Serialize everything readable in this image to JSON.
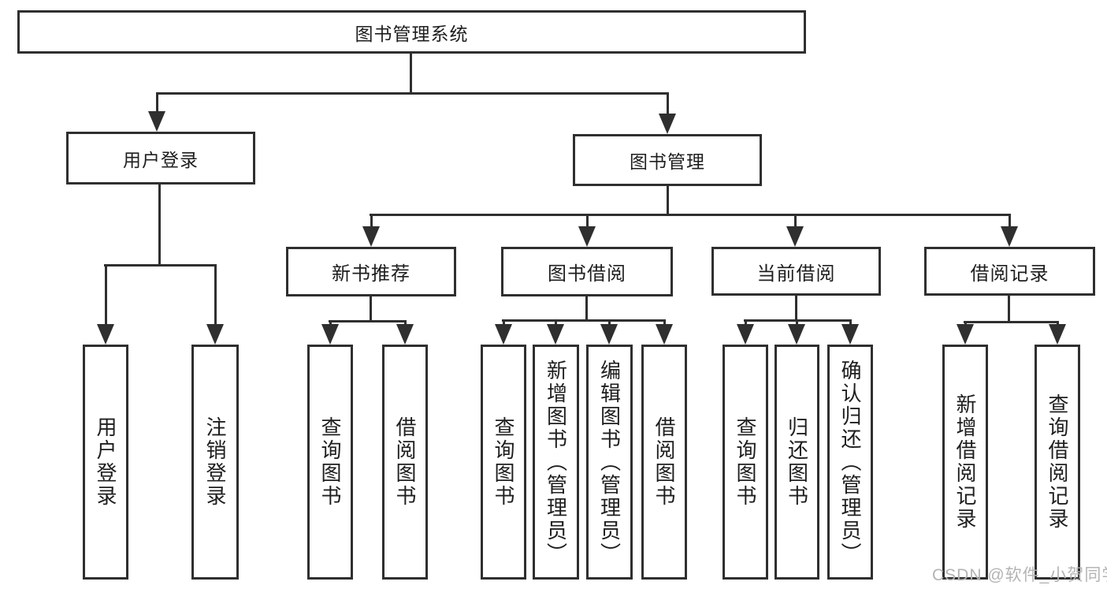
{
  "root": {
    "label": "图书管理系统"
  },
  "branches": [
    {
      "label": "用户登录",
      "leaves": [
        {
          "label": "用户登录"
        },
        {
          "label": "注销登录"
        }
      ]
    },
    {
      "label": "图书管理",
      "sections": [
        {
          "label": "新书推荐",
          "leaves": [
            {
              "label": "查询图书"
            },
            {
              "label": "借阅图书"
            }
          ]
        },
        {
          "label": "图书借阅",
          "leaves": [
            {
              "label": "查询图书"
            },
            {
              "label": "新增图书（管理员）"
            },
            {
              "label": "编辑图书（管理员）"
            },
            {
              "label": "借阅图书"
            }
          ]
        },
        {
          "label": "当前借阅",
          "leaves": [
            {
              "label": "查询图书"
            },
            {
              "label": "归还图书"
            },
            {
              "label": "确认归还（管理员）"
            }
          ]
        },
        {
          "label": "借阅记录",
          "leaves": [
            {
              "label": "新增借阅记录"
            },
            {
              "label": "查询借阅记录"
            }
          ]
        }
      ]
    }
  ],
  "watermark": "CSDN @软件_小贺同学",
  "colors": {
    "line": "#2f2f2f",
    "text": "#1e1e1e",
    "watermark": "#b4b4b4",
    "background": "#ffffff"
  }
}
